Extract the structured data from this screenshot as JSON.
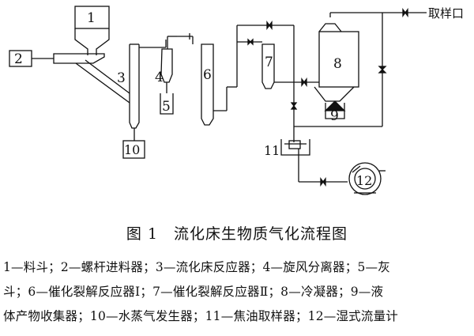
{
  "diagram": {
    "labels": {
      "n1": "1",
      "n2": "2",
      "n3": "3",
      "n4": "4",
      "n5": "5",
      "n6": "6",
      "n7": "7",
      "n8": "8",
      "n9": "9",
      "n10": "10",
      "n11": "11",
      "n12": "12"
    },
    "sampling_port": "取样口"
  },
  "caption": "图 1　流化床生物质气化流程图",
  "legend": {
    "line1": "1—料斗；2—螺杆进料器；3—流化床反应器；4—旋风分离器；5—灰",
    "line2": "斗；6—催化裂解反应器Ⅰ；7—催化裂解反应器Ⅱ；8—冷凝器；9—液",
    "line3": "体产物收集器；10—水蒸气发生器；11—焦油取样器；12—湿式流量计"
  }
}
